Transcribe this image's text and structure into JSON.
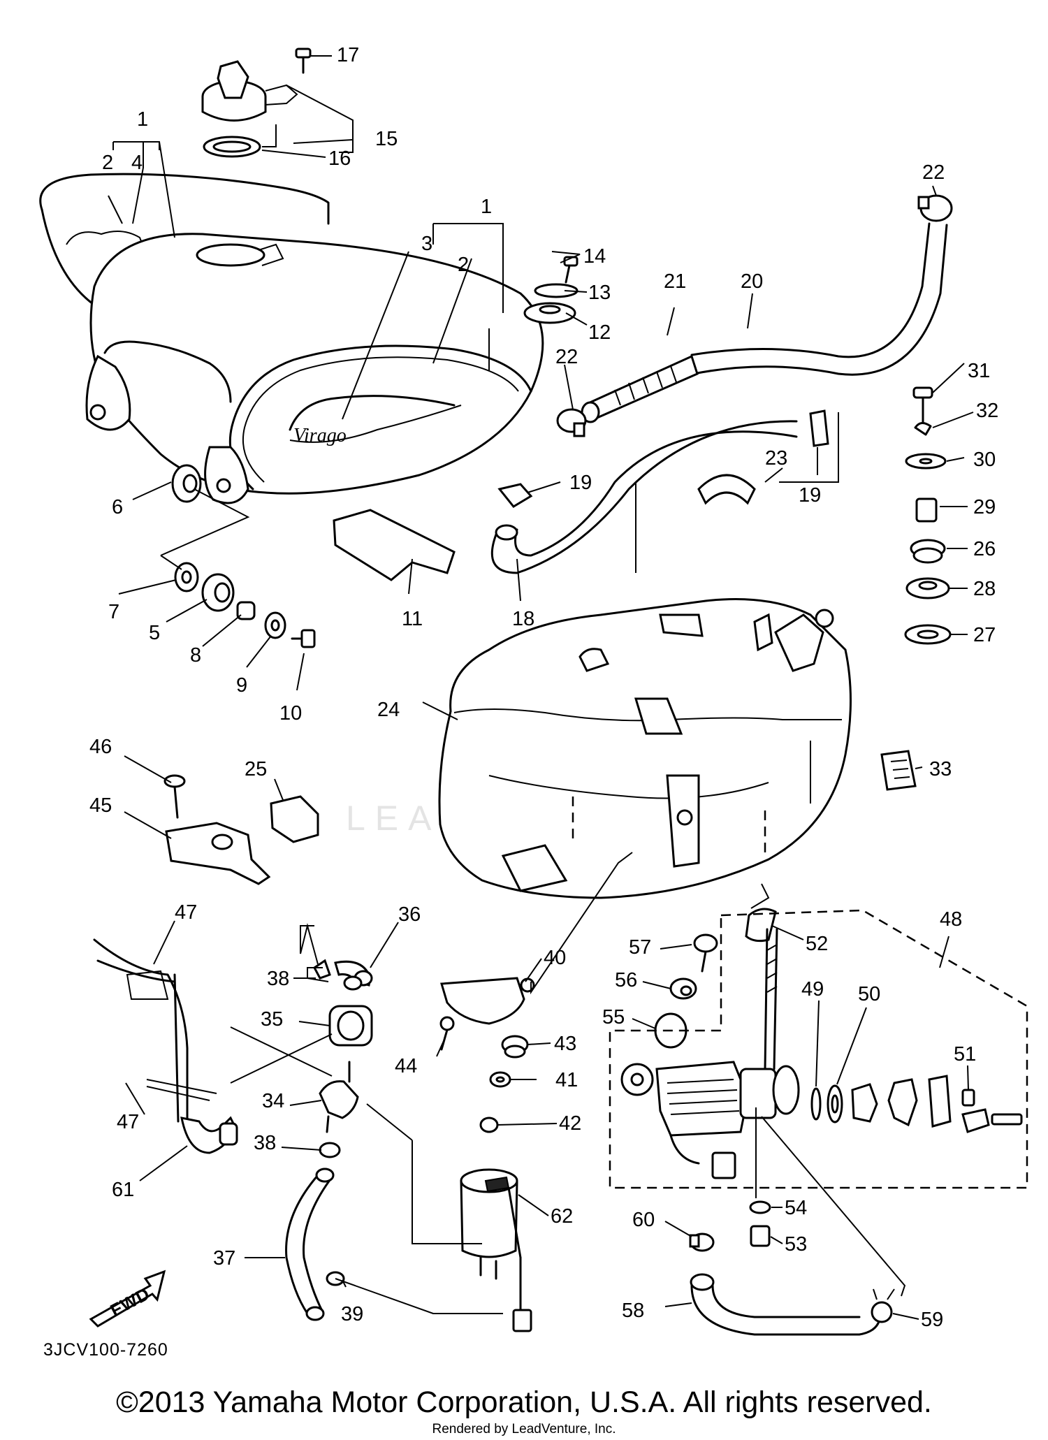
{
  "diagram": {
    "drawing_code": "3JCV100-7260",
    "direction_badge": "FWD",
    "watermark": "LEADVENTURE",
    "callouts": [
      {
        "id": "c1a",
        "text": "1"
      },
      {
        "id": "c2a",
        "text": "2"
      },
      {
        "id": "c4",
        "text": "4"
      },
      {
        "id": "c17",
        "text": "17"
      },
      {
        "id": "c15",
        "text": "15"
      },
      {
        "id": "c16",
        "text": "16"
      },
      {
        "id": "c1b",
        "text": "1"
      },
      {
        "id": "c3",
        "text": "3"
      },
      {
        "id": "c2b",
        "text": "2"
      },
      {
        "id": "c14",
        "text": "14"
      },
      {
        "id": "c13",
        "text": "13"
      },
      {
        "id": "c12",
        "text": "12"
      },
      {
        "id": "c22a",
        "text": "22"
      },
      {
        "id": "c21",
        "text": "21"
      },
      {
        "id": "c20",
        "text": "20"
      },
      {
        "id": "c22b",
        "text": "22"
      },
      {
        "id": "c31",
        "text": "31"
      },
      {
        "id": "c32",
        "text": "32"
      },
      {
        "id": "c30",
        "text": "30"
      },
      {
        "id": "c29",
        "text": "29"
      },
      {
        "id": "c26",
        "text": "26"
      },
      {
        "id": "c28",
        "text": "28"
      },
      {
        "id": "c27",
        "text": "27"
      },
      {
        "id": "c23",
        "text": "23"
      },
      {
        "id": "c19a",
        "text": "19"
      },
      {
        "id": "c19b",
        "text": "19"
      },
      {
        "id": "c6",
        "text": "6"
      },
      {
        "id": "c11",
        "text": "11"
      },
      {
        "id": "c18",
        "text": "18"
      },
      {
        "id": "c7",
        "text": "7"
      },
      {
        "id": "c5",
        "text": "5"
      },
      {
        "id": "c8",
        "text": "8"
      },
      {
        "id": "c9",
        "text": "9"
      },
      {
        "id": "c10",
        "text": "10"
      },
      {
        "id": "c24",
        "text": "24"
      },
      {
        "id": "c33",
        "text": "33"
      },
      {
        "id": "c46",
        "text": "46"
      },
      {
        "id": "c25",
        "text": "25"
      },
      {
        "id": "c45",
        "text": "45"
      },
      {
        "id": "c47a",
        "text": "47"
      },
      {
        "id": "c36",
        "text": "36"
      },
      {
        "id": "c38a",
        "text": "38"
      },
      {
        "id": "c35",
        "text": "35"
      },
      {
        "id": "c40",
        "text": "40"
      },
      {
        "id": "c57",
        "text": "57"
      },
      {
        "id": "c56",
        "text": "56"
      },
      {
        "id": "c55",
        "text": "55"
      },
      {
        "id": "c52",
        "text": "52"
      },
      {
        "id": "c48",
        "text": "48"
      },
      {
        "id": "c43",
        "text": "43"
      },
      {
        "id": "c44",
        "text": "44"
      },
      {
        "id": "c41",
        "text": "41"
      },
      {
        "id": "c42",
        "text": "42"
      },
      {
        "id": "c49",
        "text": "49"
      },
      {
        "id": "c50",
        "text": "50"
      },
      {
        "id": "c51",
        "text": "51"
      },
      {
        "id": "c34",
        "text": "34"
      },
      {
        "id": "c47b",
        "text": "47"
      },
      {
        "id": "c38b",
        "text": "38"
      },
      {
        "id": "c61",
        "text": "61"
      },
      {
        "id": "c62",
        "text": "62"
      },
      {
        "id": "c54",
        "text": "54"
      },
      {
        "id": "c60",
        "text": "60"
      },
      {
        "id": "c53",
        "text": "53"
      },
      {
        "id": "c37",
        "text": "37"
      },
      {
        "id": "c39",
        "text": "39"
      },
      {
        "id": "c58",
        "text": "58"
      },
      {
        "id": "c59",
        "text": "59"
      }
    ]
  },
  "footer": {
    "copyright": "©2013 Yamaha Motor Corporation, U.S.A. All rights reserved.",
    "rendered_by": "Rendered by LeadVenture, Inc."
  }
}
